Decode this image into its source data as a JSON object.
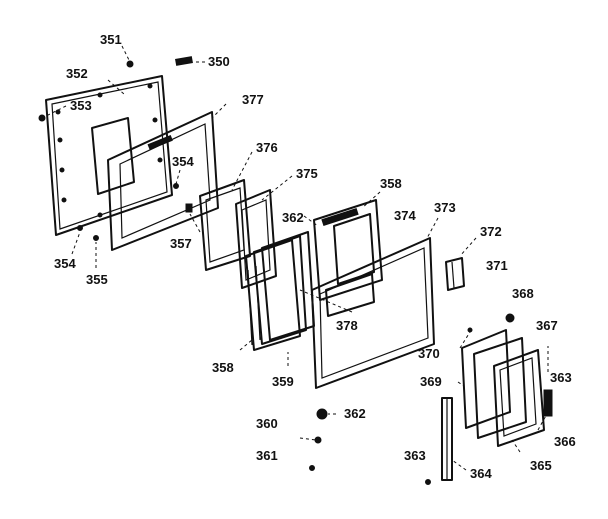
{
  "labels": {
    "p350": "350",
    "p351": "351",
    "p352": "352",
    "p353": "353",
    "p354a": "354",
    "p354b": "354",
    "p355": "355",
    "p357": "357",
    "p358a": "358",
    "p358b": "358",
    "p359": "359",
    "p360": "360",
    "p361": "361",
    "p362a": "362",
    "p362b": "362",
    "p363a": "363",
    "p363b": "363",
    "p364": "364",
    "p365": "365",
    "p366": "366",
    "p367": "367",
    "p368": "368",
    "p369": "369",
    "p370": "370",
    "p371": "371",
    "p372": "372",
    "p373": "373",
    "p374": "374",
    "p375": "375",
    "p376": "376",
    "p377": "377",
    "p378": "378"
  }
}
